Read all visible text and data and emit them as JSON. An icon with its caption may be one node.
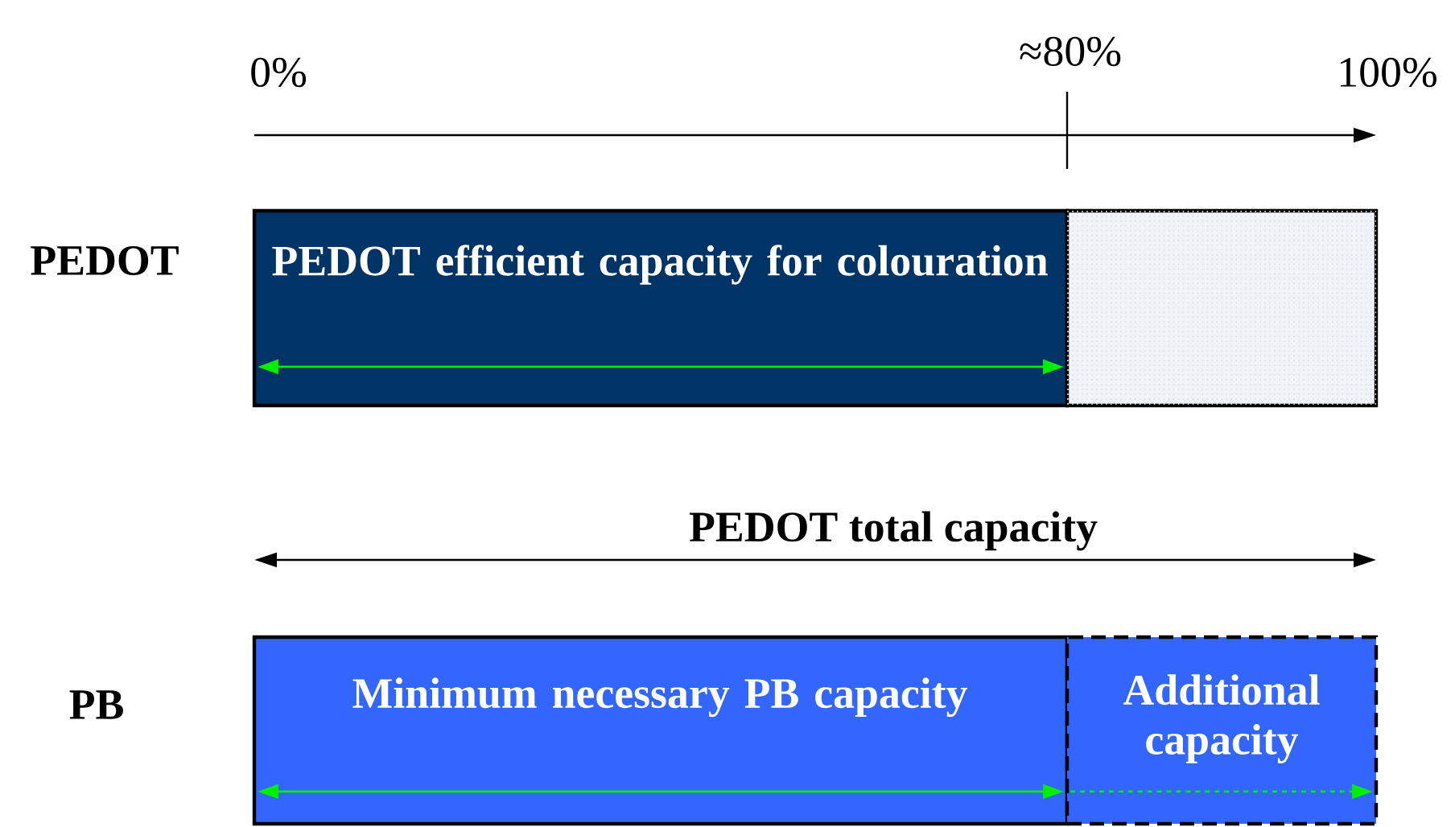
{
  "diagram": {
    "nodes": [
      {
        "text": [
          "PEDOT efficient capacity for colouration"
        ]
      },
      {
        "text": [],
        "shape": "box"
      },
      {
        "text": [
          "Minimum necessary PB capacity"
        ]
      },
      {
        "text": [
          "Additional capacity"
        ]
      }
    ],
    "labels": [
      "0%",
      "≈80%",
      "100%",
      "PEDOT",
      "PEDOT total capacity",
      "PB"
    ]
  }
}
